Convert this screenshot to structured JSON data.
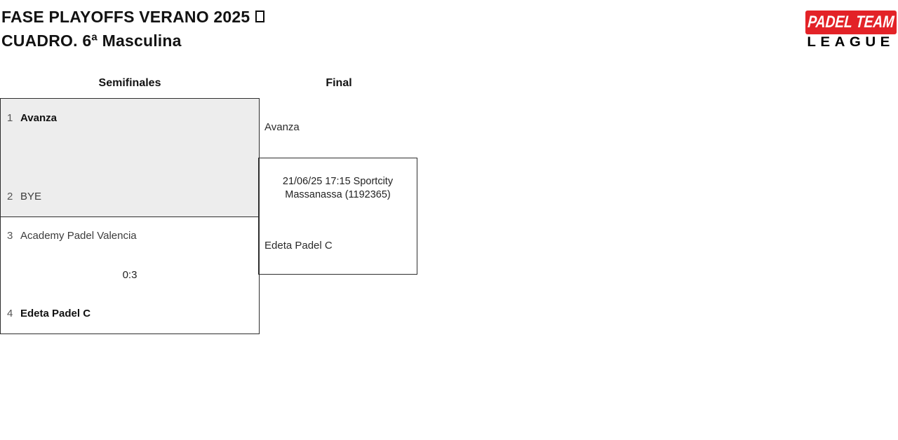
{
  "header": {
    "title_line1": "FASE PLAYOFFS VERANO 2025",
    "title_line2": "CUADRO. 6ª Masculina"
  },
  "logo": {
    "top": "PADEL TEAM",
    "bottom": "LEAGUE"
  },
  "bracket": {
    "round_headers": [
      {
        "label": "Semifinales"
      },
      {
        "label": "Final"
      }
    ],
    "semifinals": [
      {
        "team1_seed": "1",
        "team1": "Avanza",
        "team2_seed": "2",
        "team2": "BYE",
        "score": ""
      },
      {
        "team1_seed": "3",
        "team1": "Academy Padel Valencia",
        "team2_seed": "4",
        "team2": "Edeta Padel C",
        "score": "0:3"
      }
    ],
    "final": {
      "team1": "Avanza",
      "match_info": "21/06/25 17:15 Sportcity Massanassa (1192365)",
      "team2": "Edeta Padel C"
    }
  },
  "colors": {
    "logo_red": "#e32227",
    "match_box_grey": "#ededed",
    "border_dark": "#2e2e2e"
  }
}
